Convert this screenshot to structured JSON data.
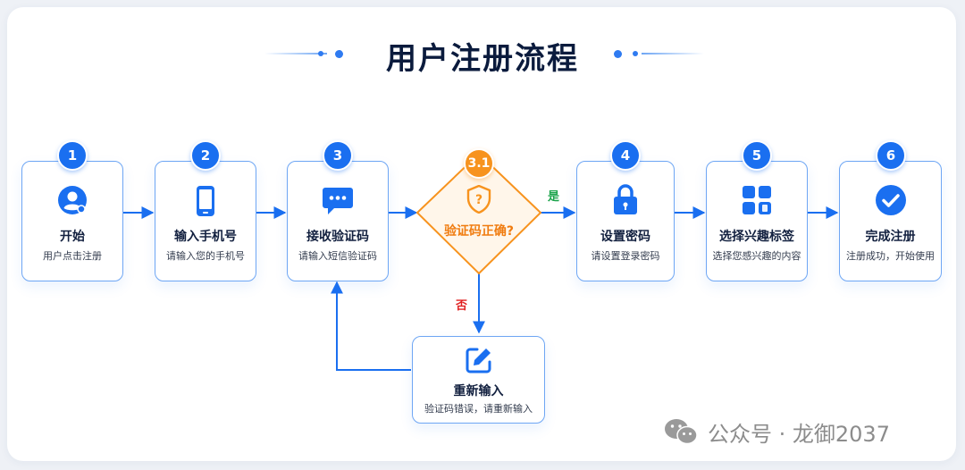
{
  "title": "用户注册流程",
  "steps": [
    {
      "badge": "1",
      "name": "开始",
      "desc": "用户点击注册"
    },
    {
      "badge": "2",
      "name": "输入手机号",
      "desc": "请输入您的手机号"
    },
    {
      "badge": "3",
      "name": "接收验证码",
      "desc": "请输入短信验证码"
    },
    {
      "badge": "3.1",
      "name": "验证码正确?"
    },
    {
      "badge": "4",
      "name": "设置密码",
      "desc": "请设置登录密码"
    },
    {
      "badge": "5",
      "name": "选择兴趣标签",
      "desc": "选择您感兴趣的内容"
    },
    {
      "badge": "6",
      "name": "完成注册",
      "desc": "注册成功，开始使用"
    }
  ],
  "retry": {
    "name": "重新输入",
    "desc": "验证码错误，请重新输入"
  },
  "labels": {
    "yes": "是",
    "no": "否"
  },
  "watermark": "公众号 · 龙御2037",
  "colors": {
    "primary": "#1a6ff0",
    "border": "#6ea6f4",
    "decision": "#f7931e",
    "yes": "#1aa34a",
    "no": "#e02020"
  },
  "icons": [
    "user-icon",
    "phone-icon",
    "message-icon",
    "shield-question-icon",
    "lock-icon",
    "apps-icon",
    "check-circle-icon",
    "edit-icon"
  ]
}
